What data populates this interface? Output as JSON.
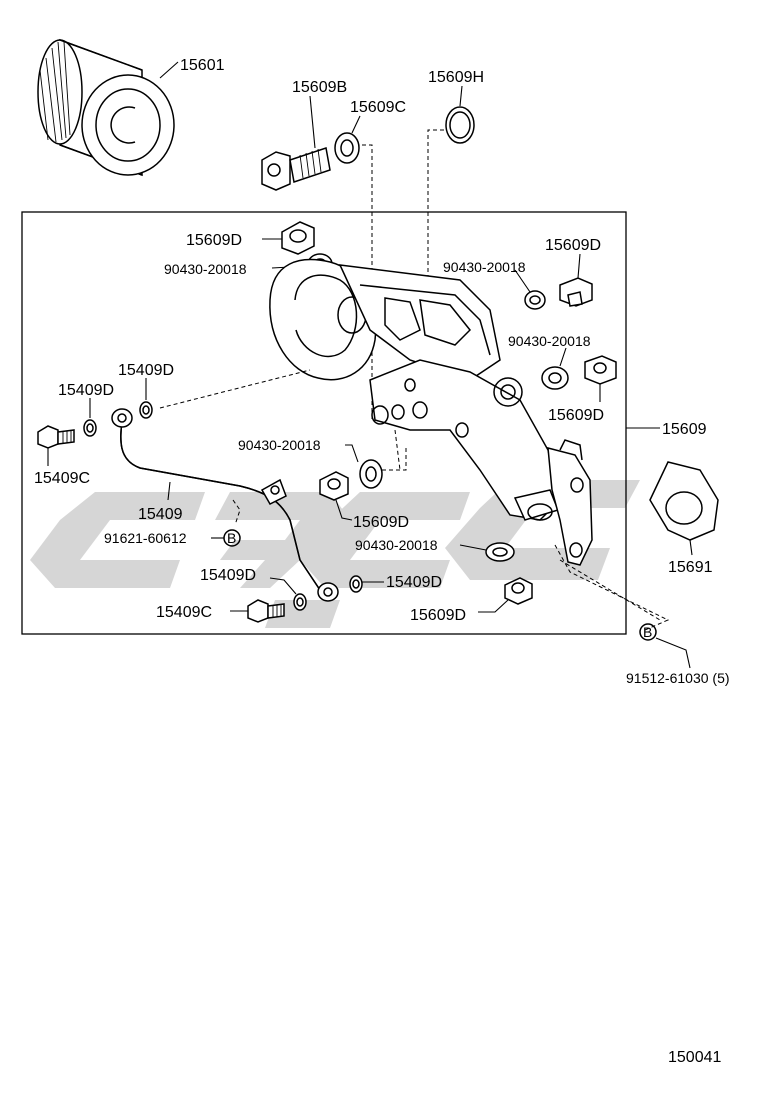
{
  "diagram": {
    "figure_number": "150041",
    "reference_symbol": "B",
    "labels": {
      "p15601": "15601",
      "p15609B": "15609B",
      "p15609C": "15609C",
      "p15609H": "15609H",
      "p15609D_top": "15609D",
      "p90430_a": "90430-20018",
      "p90430_b": "90430-20018",
      "p15609D_right1": "15609D",
      "p90430_c": "90430-20018",
      "p15409D_a": "15409D",
      "p15409D_b": "15409D",
      "p15609D_right2": "15609D",
      "p15609": "15609",
      "p15409C_a": "15409C",
      "p90430_d": "90430-20018",
      "p15409": "15409",
      "p15609D_mid": "15609D",
      "p91621": "91621-60612",
      "p90430_e": "90430-20018",
      "p15691": "15691",
      "p15409D_c": "15409D",
      "p15409D_d": "15409D",
      "p15409C_b": "15409C",
      "p15609D_bottom": "15609D",
      "p91512": "91512-61030 (5)"
    }
  }
}
